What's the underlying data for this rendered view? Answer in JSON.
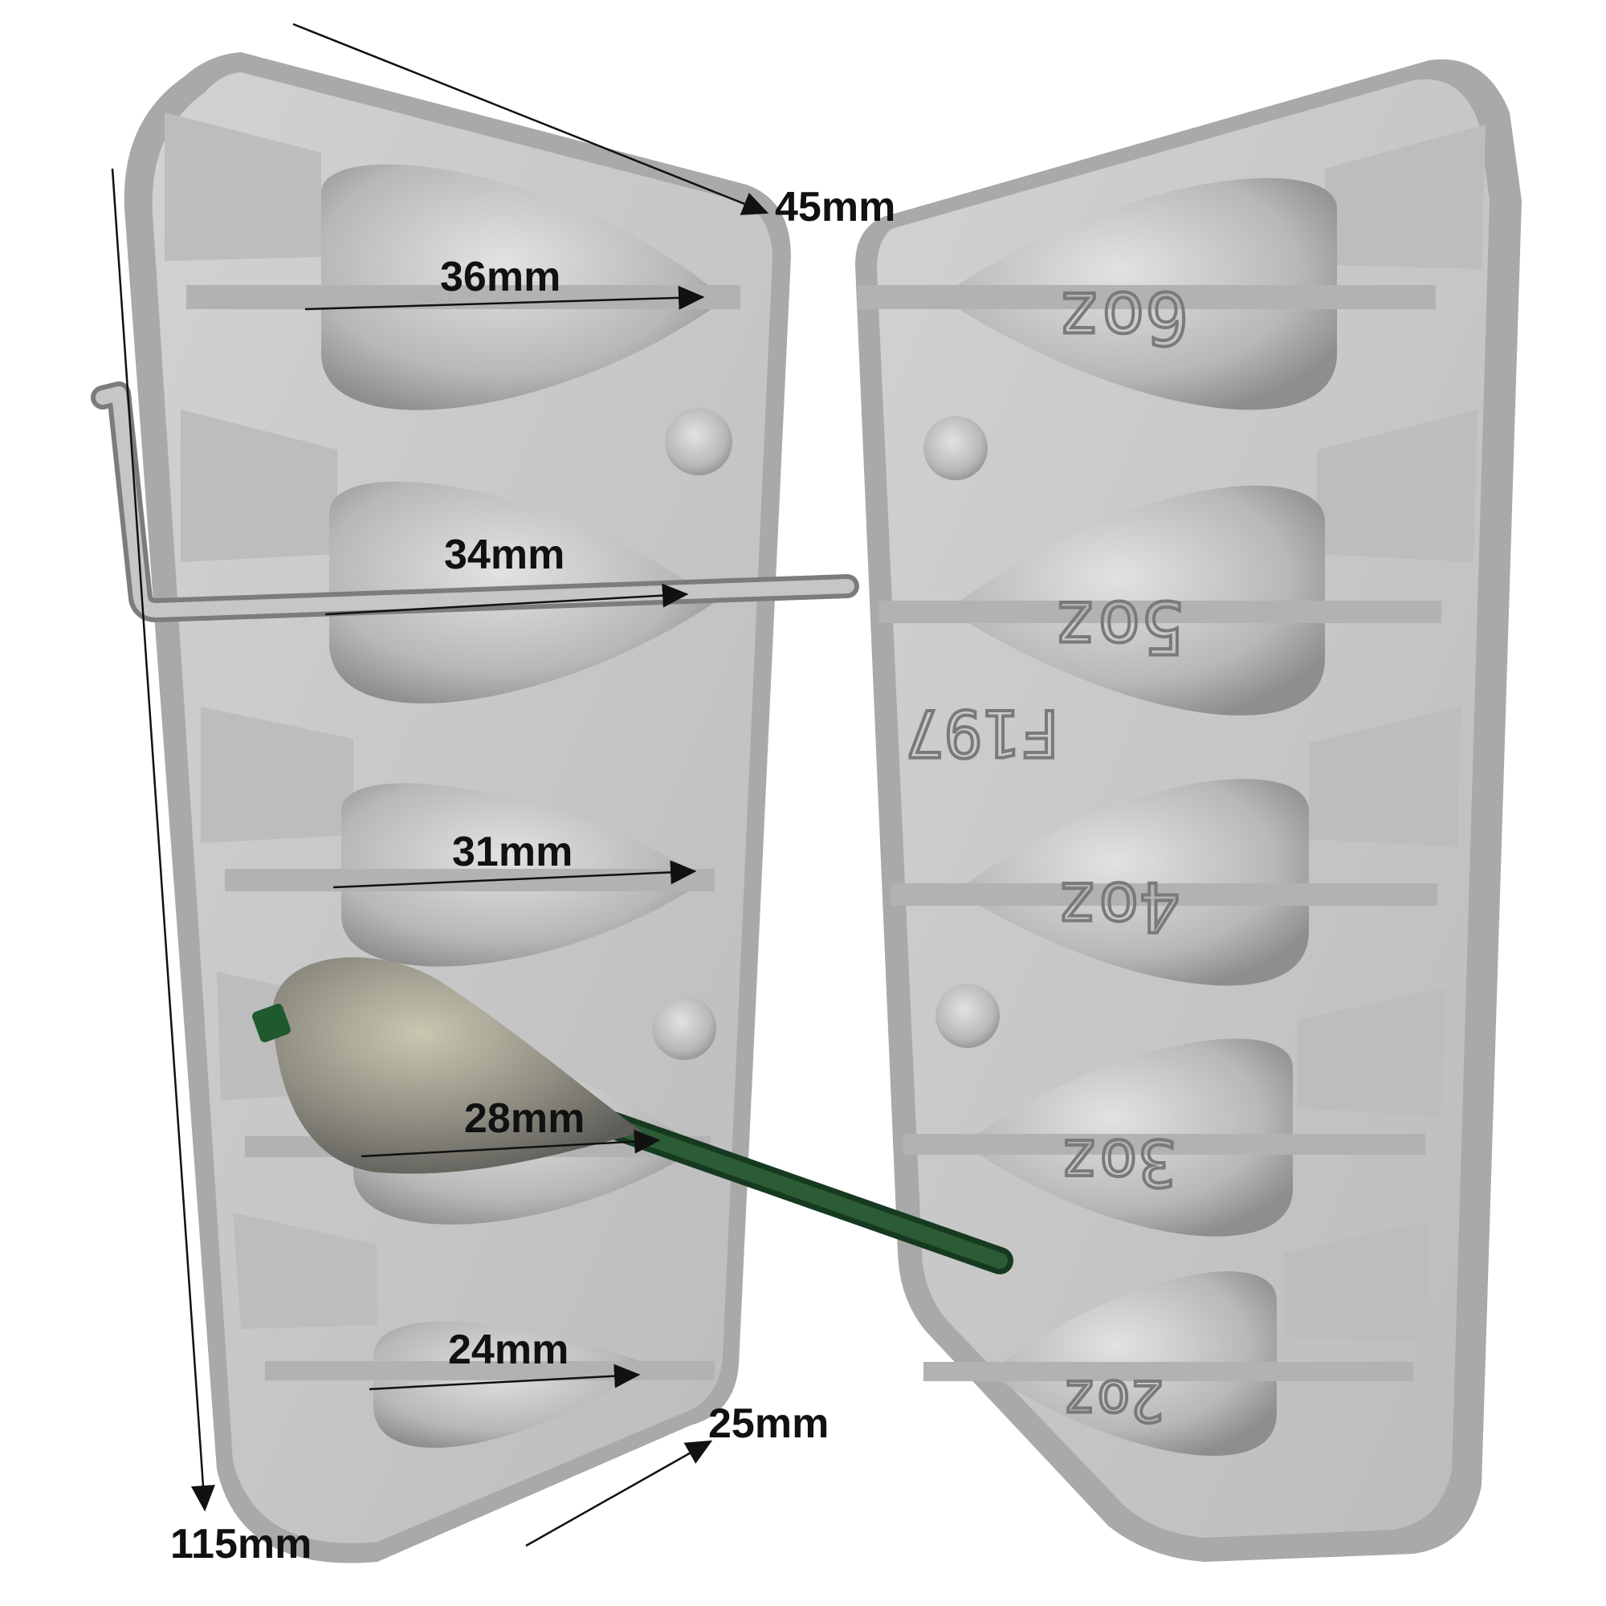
{
  "colors": {
    "background": "#ffffff",
    "mold_face": "#c9c9c9",
    "mold_edge": "#b0b0b0",
    "cavity_light": "#d6d6d6",
    "cavity_shadow": "#9e9e9e",
    "dimension_line": "#111111",
    "label_text": "#111111",
    "rod": "#bdbdbd",
    "sinker": "#8a8a82",
    "wire": "#1e4a2a"
  },
  "dimensions": {
    "top_width": "45mm",
    "height": "115mm",
    "bottom_width": "25mm",
    "cavities": [
      "36mm",
      "34mm",
      "31mm",
      "28mm",
      "24mm"
    ]
  },
  "mold_marks": {
    "sizes": [
      "6",
      "5",
      "4",
      "3",
      "2"
    ],
    "unit": "oz",
    "model": "F197"
  },
  "icons": [
    "pin-hole-icon",
    "hex-key-icon",
    "lead-sinker-icon"
  ]
}
